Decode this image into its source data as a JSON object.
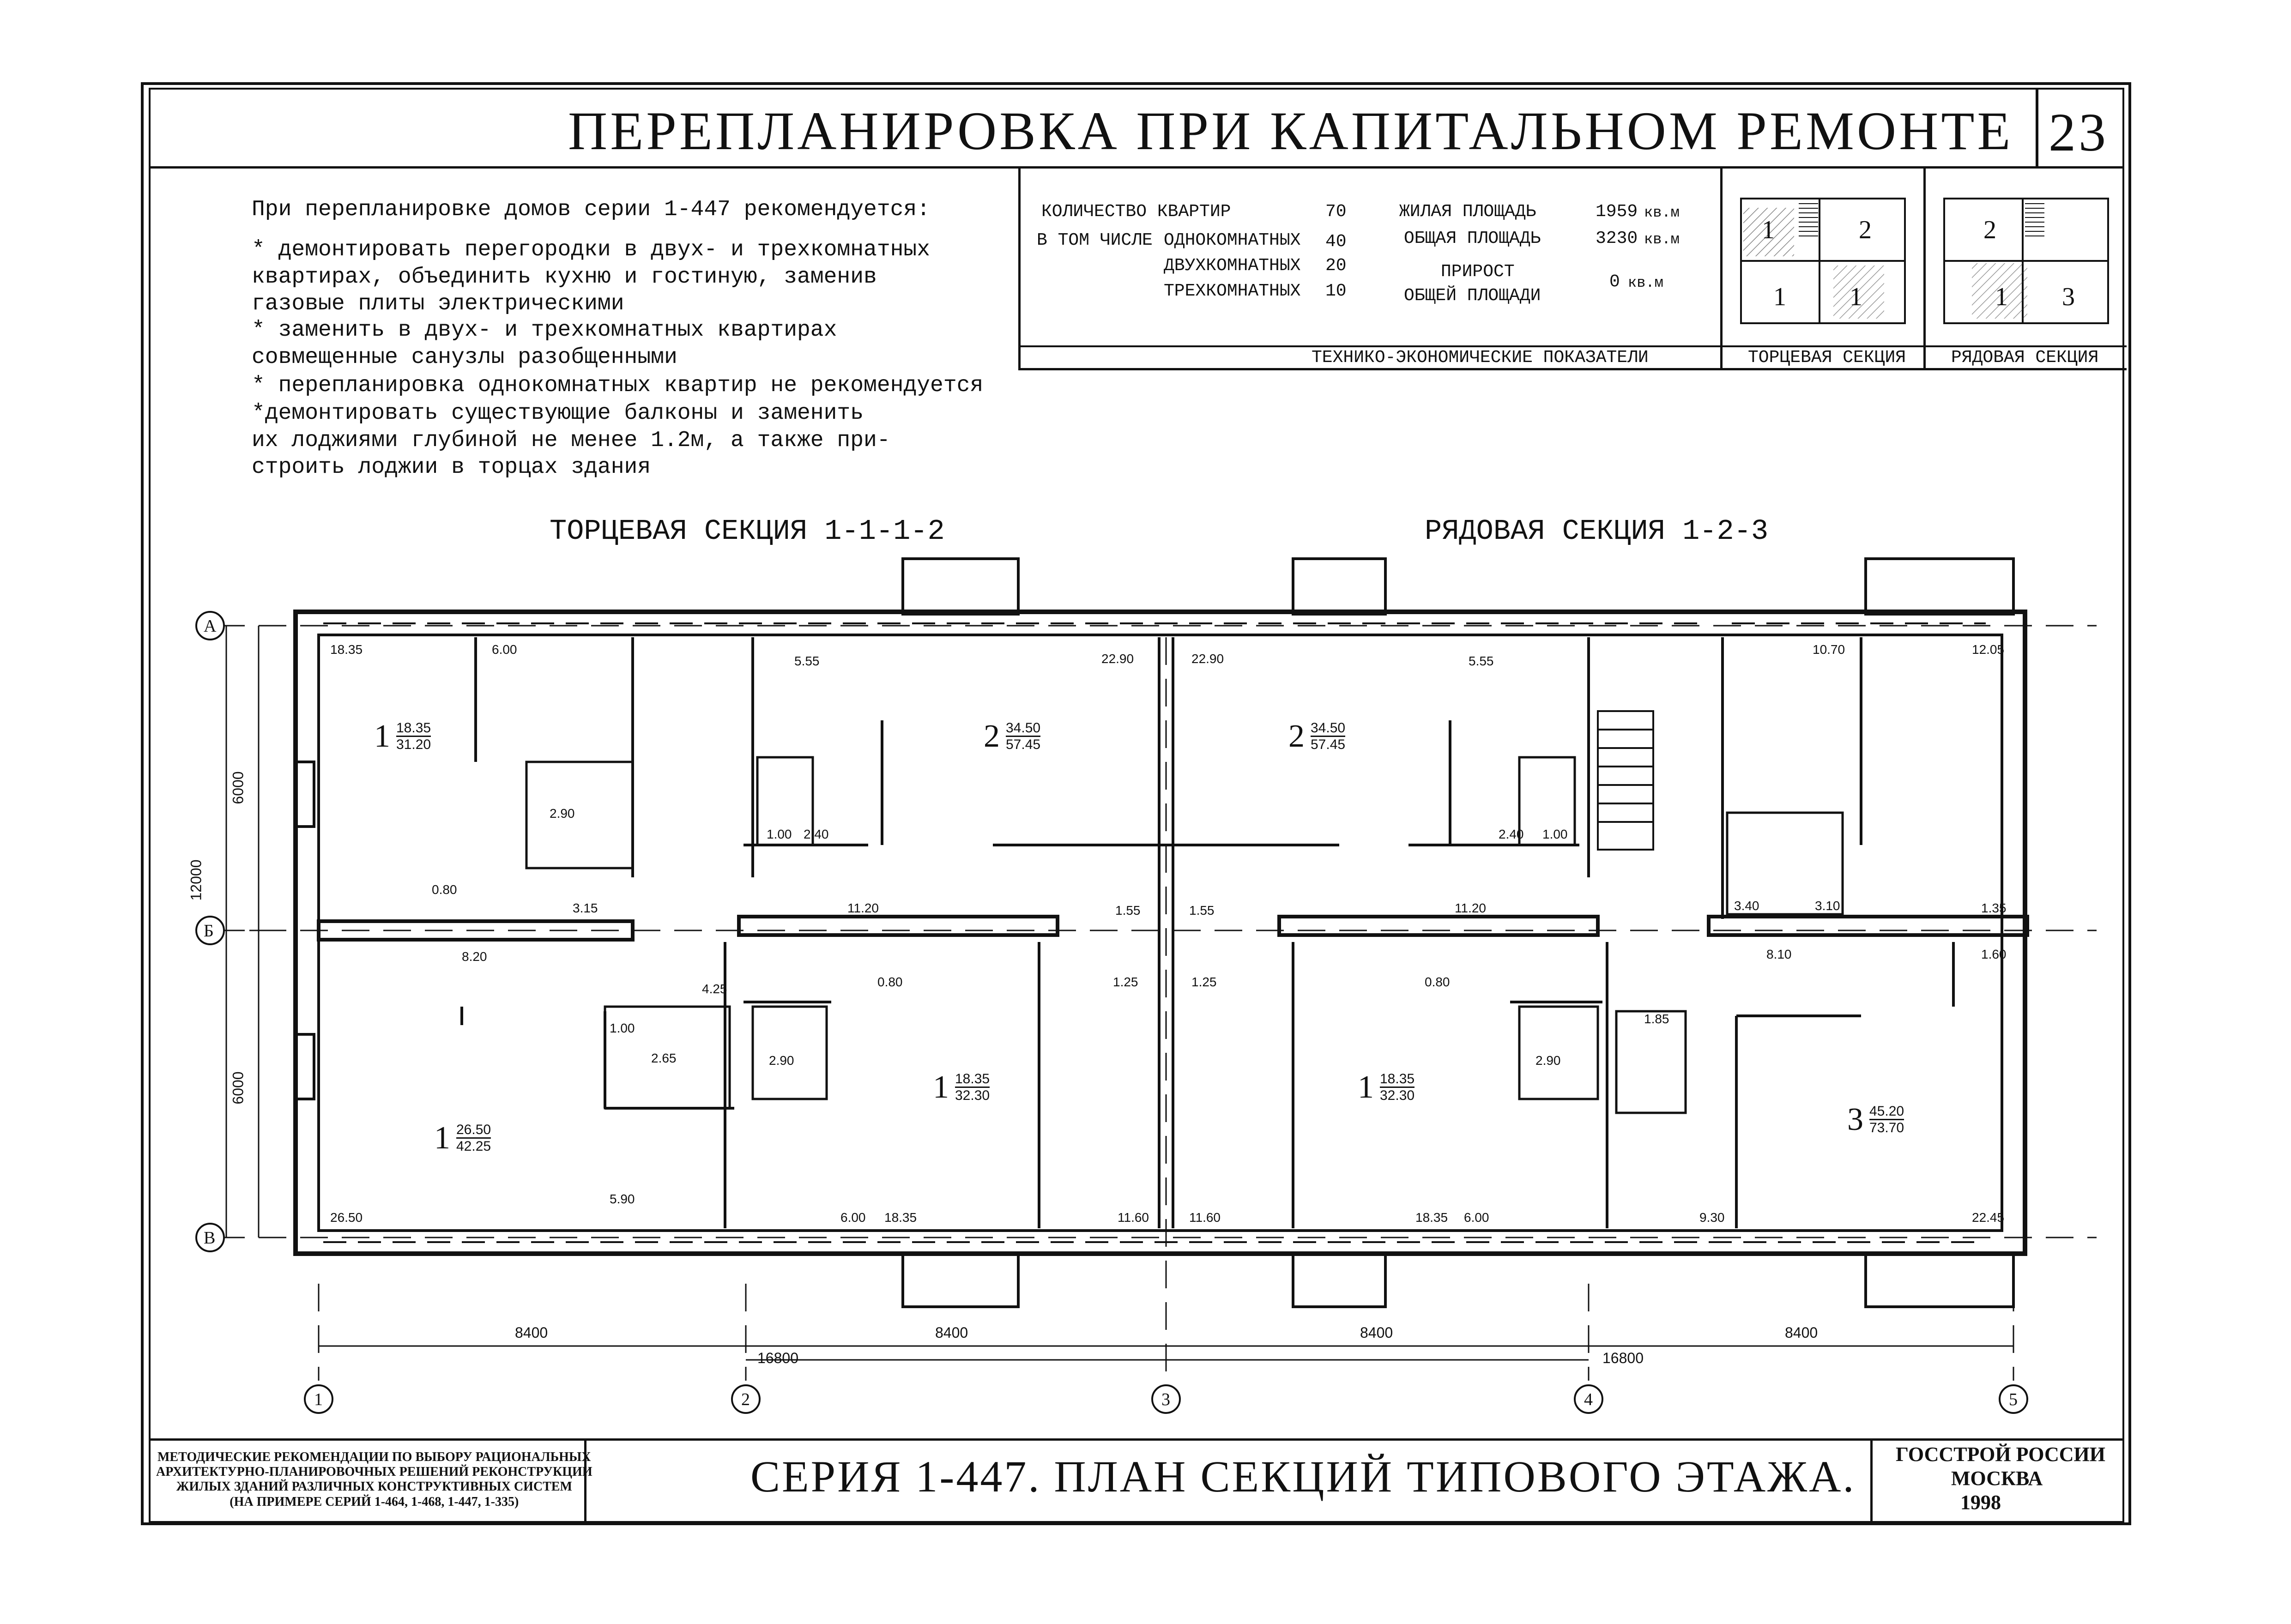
{
  "header": {
    "title": "ПЕРЕПЛАНИРОВКА ПРИ КАПИТАЛЬНОМ РЕМОНТЕ",
    "sheet_number": "23"
  },
  "notes": {
    "intro": "При перепланировке домов серии 1-447 рекомендуется:",
    "items": [
      "* демонтировать перегородки в двух- и трехкомнатных\nквартирах, объединить кухню и гостиную, заменив\nгазовые плиты электрическими",
      "* заменить в двух- и трехкомнатных квартирах\nсовмещенные санузлы разобщенными",
      "* перепланировка однокомнатных квартир не рекомендуется",
      "*демонтировать существующие балконы и заменить\nих лоджиями глубиной не менее 1.2м, а также при-\nстроить лоджии в торцах здания"
    ]
  },
  "indicators": {
    "caption": "ТЕХНИКО-ЭКОНОМИЧЕСКИЕ ПОКАЗАТЕЛИ",
    "apartments_label": "КОЛИЧЕСТВО КВАРТИР",
    "apartments_value": "70",
    "including_label": "В ТОМ ЧИСЛЕ",
    "one_room_label": "ОДНОКОМНАТНЫХ",
    "one_room_value": "40",
    "two_room_label": "ДВУХКОМНАТНЫХ",
    "two_room_value": "20",
    "three_room_label": "ТРЕХКОМНАТНЫХ",
    "three_room_value": "10",
    "living_area_label": "ЖИЛАЯ ПЛОЩАДЬ",
    "living_area_value": "1959",
    "living_area_unit": "кв.м",
    "total_area_label": "ОБЩАЯ ПЛОЩАДЬ",
    "total_area_value": "3230",
    "total_area_unit": "кв.м",
    "increase_label_1": "ПРИРОСТ",
    "increase_label_2": "ОБЩЕЙ ПЛОЩАДИ",
    "increase_value": "0",
    "increase_unit": "кв.м"
  },
  "schemes": {
    "end_caption": "ТОРЦЕВАЯ СЕКЦИЯ",
    "end_cells": [
      "1",
      "2",
      "1",
      "1"
    ],
    "row_caption": "РЯДОВАЯ СЕКЦИЯ",
    "row_cells": [
      "2",
      "1",
      "3"
    ]
  },
  "plan": {
    "end_section_title": "ТОРЦЕВАЯ СЕКЦИЯ 1-1-1-2",
    "row_section_title": "РЯДОВАЯ СЕКЦИЯ 1-2-3",
    "row_axes": [
      "А",
      "Б",
      "В"
    ],
    "col_axes": [
      "1",
      "2",
      "3",
      "4",
      "5"
    ],
    "dims_bay": "8400",
    "dims_section": "16800",
    "dims_vertical": [
      "6000",
      "12000",
      "6000"
    ],
    "apartments": [
      {
        "rooms": "1",
        "living": "18.35",
        "total": "31.20"
      },
      {
        "rooms": "2",
        "living": "34.50",
        "total": "57.45"
      },
      {
        "rooms": "2",
        "living": "34.50",
        "total": "57.45"
      },
      {
        "rooms": "1",
        "living": "26.50",
        "total": "42.25"
      },
      {
        "rooms": "1",
        "living": "18.35",
        "total": "32.30"
      },
      {
        "rooms": "1",
        "living": "18.35",
        "total": "32.30"
      },
      {
        "rooms": "3",
        "living": "45.20",
        "total": "73.70"
      }
    ],
    "room_areas": [
      "18.35",
      "6.00",
      "5.55",
      "22.90",
      "22.90",
      "5.55",
      "10.70",
      "12.05",
      "2.90",
      "1.00",
      "2.40",
      "2.40",
      "1.00",
      "0.80",
      "3.15",
      "11.20",
      "1.55",
      "1.55",
      "11.20",
      "3.40",
      "3.10",
      "1.35",
      "8.20",
      "4.25",
      "0.80",
      "1.25",
      "1.25",
      "0.80",
      "8.10",
      "1.60",
      "1.00",
      "2.65",
      "2.90",
      "2.90",
      "1.85",
      "26.50",
      "5.90",
      "6.00",
      "18.35",
      "11.60",
      "11.60",
      "18.35",
      "6.00",
      "9.30",
      "22.45"
    ]
  },
  "footer": {
    "left_block": "МЕТОДИЧЕСКИЕ РЕКОМЕНДАЦИИ ПО ВЫБОРУ РАЦИОНАЛЬНЫХ\nАРХИТЕКТУРНО-ПЛАНИРОВОЧНЫХ РЕШЕНИЙ РЕКОНСТРУКЦИИ\nЖИЛЫХ ЗДАНИЙ РАЗЛИЧНЫХ КОНСТРУКТИВНЫХ СИСТЕМ\n(НА ПРИМЕРЕ СЕРИЙ 1-464, 1-468, 1-447, 1-335)",
    "title": "СЕРИЯ 1-447. ПЛАН СЕКЦИЙ ТИПОВОГО ЭТАЖА.",
    "org": "ГОССТРОЙ РОССИИ",
    "city": "МОСКВА",
    "year": "1998"
  }
}
